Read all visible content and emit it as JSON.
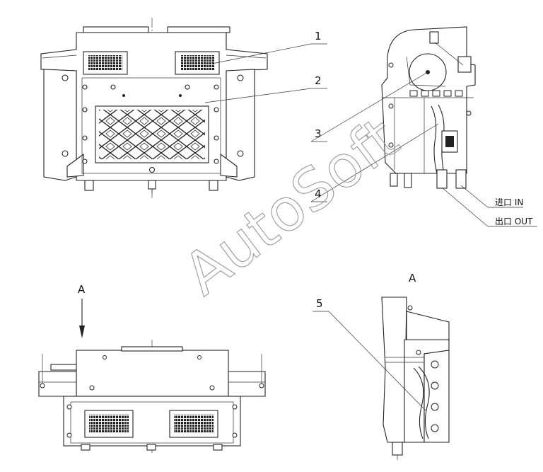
{
  "callouts": [
    "1",
    "2",
    "3",
    "4",
    "5"
  ],
  "view_labels": {
    "arrow": "A",
    "side_view": "A"
  },
  "ports": {
    "inlet": "进口 IN",
    "outlet": "出口 OUT"
  },
  "watermark": "AutoSoft"
}
